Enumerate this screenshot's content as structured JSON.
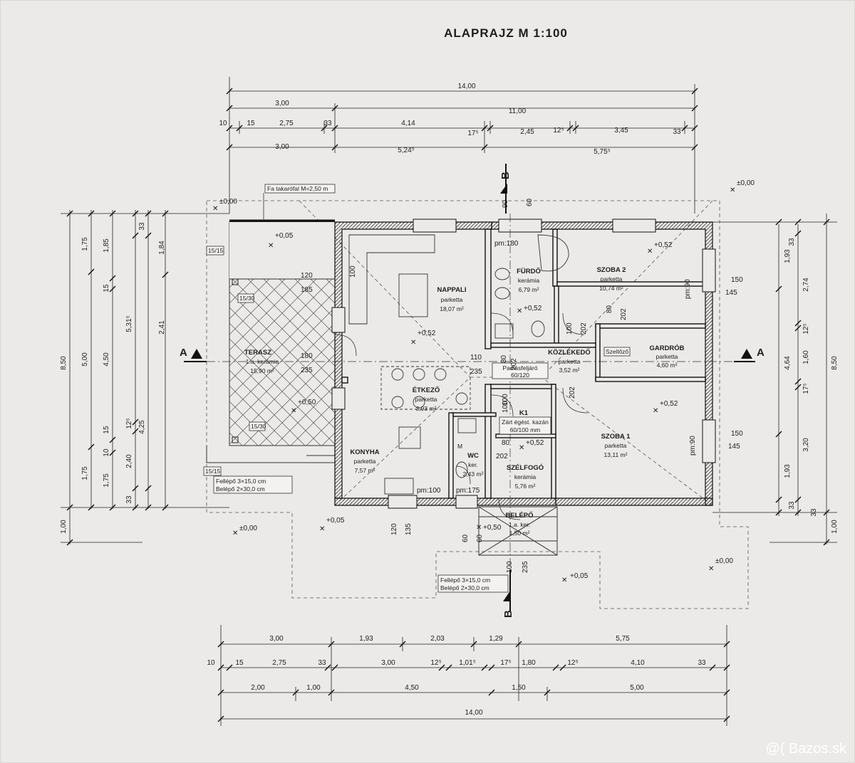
{
  "title": "ALAPRAJZ M 1:100",
  "watermark": "@( Bazos.sk",
  "sections": {
    "a": "A",
    "b": "B"
  },
  "rooms": {
    "nappali": {
      "name": "NAPPALI",
      "floor": "parketta",
      "area": "18,07 m²"
    },
    "furdo": {
      "name": "FÜRDŐ",
      "floor": "kerámia",
      "area": "6,79 m²"
    },
    "szoba2": {
      "name": "SZOBA 2",
      "floor": "parketta",
      "area": "10,74 m²"
    },
    "terasz": {
      "name": "TERASZ",
      "floor": "1.a. kerámia",
      "area": "15,90 m²"
    },
    "kozlekedo": {
      "name": "KÖZLEKEDŐ",
      "floor": "parketta",
      "area": "3,52 m²"
    },
    "gardrob": {
      "name": "GARDRÓB",
      "floor": "parketta",
      "area": "4,60 m²"
    },
    "etkezo": {
      "name": "ÉTKEZŐ",
      "floor": "parketta",
      "area": "3,93 m²"
    },
    "k1": {
      "name": "K1",
      "floor": "Zárt égést. kazán",
      "area": "60/100 mm"
    },
    "szoba1": {
      "name": "SZOBA 1",
      "floor": "parketta",
      "area": "13,11 m²"
    },
    "konyha": {
      "name": "KONYHA",
      "floor": "parketta",
      "area": "7,57 m²"
    },
    "wc": {
      "name": "WC",
      "floor": "ker.",
      "area": "2,43 m²"
    },
    "szelfogo": {
      "name": "SZÉLFOGÓ",
      "floor": "kerámia",
      "area": "5,76 m²"
    },
    "belepo": {
      "name": "BELÉPŐ",
      "floor": "1.a. ker.",
      "area": "1,50 m²"
    }
  },
  "levels": {
    "l_terasz_top": "±0,00",
    "l_terasz": "+0,05",
    "l_terasz2": "+0,50",
    "l_nappali": "+0,52",
    "l_furdo": "+0,52",
    "l_szoba2": "+0,52",
    "l_szoba1": "+0,52",
    "l_wc": "+0,52",
    "l_right_top": "±0,00",
    "l_konyha_out": "+0,05",
    "l_left_bot": "±0,00",
    "l_entry": "+0,50",
    "l_entry_out": "+0,05",
    "l_right_bot": "±0,00"
  },
  "notes": {
    "fa_takarofal": "Fa takarófal M=2,50 m",
    "fellepo_left_1": "Fellépő 3×15,0 cm",
    "fellepo_left_2": "Belépő 2×30,0 cm",
    "fellepo_bot_1": "Fellépő 3×15,0 cm",
    "fellepo_bot_2": "Belépő 2×30,0 cm",
    "padlas": "Padlásfeljáró",
    "padlas_size": "60/120",
    "szellozo": "Szellőző",
    "pm180": "pm:180",
    "pm100_k": "pm:100",
    "pm175": "pm:175",
    "pm90_a": "pm:90",
    "pm90_b": "pm:90",
    "k1515a": "15/15",
    "k1530a": "15/30",
    "k1530b": "15/30",
    "k1515b": "15/15",
    "m": "M"
  },
  "dims_top": {
    "r1": [
      "14,00"
    ],
    "r2": [
      "3,00",
      "11,00"
    ],
    "r3": [
      "10",
      "15",
      "2,75",
      "33",
      "4,14",
      "17⁵",
      "2,45",
      "12⁵",
      "3,45",
      "33"
    ],
    "r4": [
      "3,00",
      "5,24⁵",
      "5,75⁵"
    ]
  },
  "dims_bottom": {
    "r1": [
      "3,00",
      "1,93",
      "2,03",
      "1,29",
      "5,75"
    ],
    "r2": [
      "10",
      "15",
      "2,75",
      "33",
      "3,00",
      "12⁵",
      "1,01⁵",
      "17⁵",
      "1,80",
      "12⁵",
      "4,10",
      "33"
    ],
    "r3": [
      "2,00",
      "1,00",
      "4,50",
      "1,50",
      "5,00"
    ],
    "r4": [
      "14,00"
    ]
  },
  "dims_left": {
    "c1": [
      "1,00",
      "8,50"
    ],
    "c2": [
      "1,75",
      "5,00",
      "1,75",
      "1,75"
    ],
    "c3": [
      "1,85",
      "15",
      "4,50",
      "15",
      "10"
    ],
    "c4": [
      "5,31⁵",
      "12⁵",
      "2,40"
    ],
    "c5": [
      "33",
      "2,41",
      "4,25",
      "33"
    ],
    "c6": [
      "1,84"
    ]
  },
  "dims_right": {
    "c1": [
      "1,93",
      "4,64",
      "1,93",
      "33"
    ],
    "c2": [
      "33",
      "2,74",
      "12⁵",
      "1,60",
      "17⁵",
      "3,20",
      "33"
    ],
    "c3": [
      "8,50",
      "1,00"
    ]
  },
  "inner_dims": {
    "i120": "120",
    "i185": "185",
    "i180": "180",
    "i235": "235",
    "i110": "110",
    "i235b": "235",
    "i100a": "100",
    "i80a": "80",
    "i202a": "202",
    "i100b": "100",
    "i202b": "202",
    "i80b": "80",
    "i202c": "202",
    "i150a": "150",
    "i145a": "145",
    "i150b": "150",
    "i145b": "145",
    "i100c": "100",
    "i80c": "80",
    "i202d": "202",
    "i202e": "202",
    "i120b": "120",
    "i135": "135",
    "i60a": "60",
    "i60b": "60",
    "i100d": "100",
    "i235c": "235",
    "i90": "90",
    "i60c": "60",
    "i100e": "100"
  }
}
